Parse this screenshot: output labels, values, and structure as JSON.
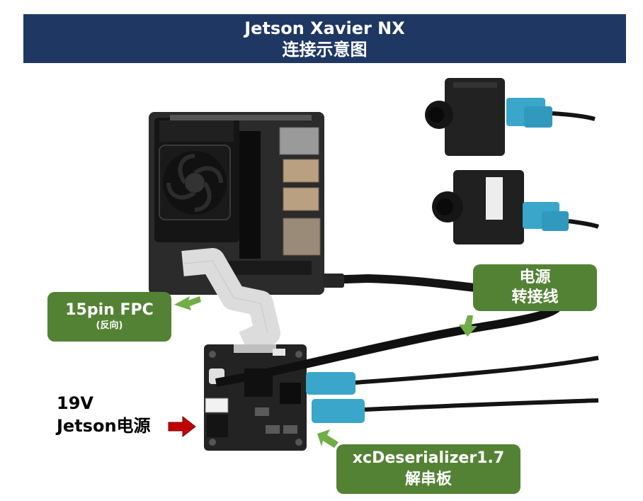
{
  "title": {
    "line1": "Jetson Xavier NX",
    "line2": "连接示意图"
  },
  "labels": {
    "fpc_main": "15pin FPC",
    "fpc_sub": "(反向)",
    "power_cable_line1": "电源",
    "power_cable_line2": "转接线",
    "jetson_power_line1": "19V",
    "jetson_power_line2": "Jetson电源",
    "deser_line1": "xcDeserializer1.7",
    "deser_line2": "解串板"
  },
  "colors": {
    "title_bg": "#1f3763",
    "callout_bg": "#548235",
    "arrow_green": "#70ad47",
    "arrow_red": "#c00000",
    "fakra_blue": "#3aa6c9"
  }
}
